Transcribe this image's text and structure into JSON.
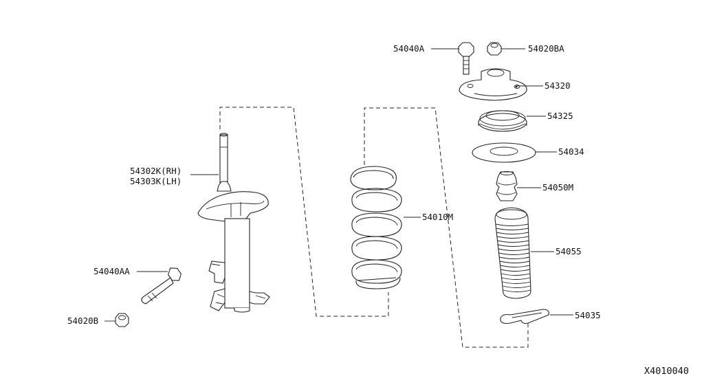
{
  "labels": {
    "p54040A": "54040A",
    "p54020BA": "54020BA",
    "p54320": "54320",
    "p54325": "54325",
    "p54034": "54034",
    "p54050M": "54050M",
    "p54055": "54055",
    "p54035": "54035",
    "p54010M": "54010M",
    "p54302K": "54302K(RH)",
    "p54303K": "54303K(LH)",
    "p54040AA": "54040AA",
    "p54020B": "54020B",
    "drawing_number": "X4010040"
  }
}
